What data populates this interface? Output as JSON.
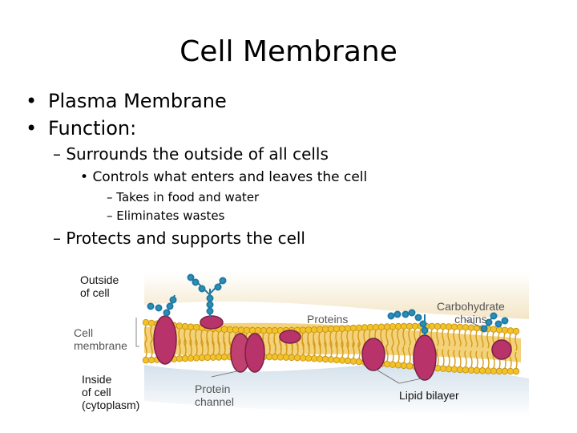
{
  "slide": {
    "title": "Cell Membrane",
    "bullets": {
      "plasma_membrane": "Plasma Membrane",
      "function": "Function:"
    },
    "sub": {
      "surrounds": "Surrounds the outside of all cells",
      "protects": "Protects and supports the cell"
    },
    "sub2": {
      "controls": "Controls what enters and leaves the cell"
    },
    "sub3": {
      "food": "Takes in food and water",
      "wastes": "Eliminates wastes"
    },
    "markers": {
      "bullet": "•",
      "dash": "–"
    }
  },
  "diagram": {
    "labels": {
      "outside_1": "Outside",
      "outside_2": "of cell",
      "membrane_1": "Cell",
      "membrane_2": "membrane",
      "inside_1": "Inside",
      "inside_2": "of cell",
      "inside_3": "(cytoplasm)",
      "proteins": "Proteins",
      "carbo_1": "Carbohydrate",
      "carbo_2": "chains",
      "channel_1": "Protein",
      "channel_2": "channel",
      "bilayer": "Lipid bilayer"
    },
    "colors": {
      "head": "#f2c229",
      "tail": "#e0a020",
      "protein": "#b8336a",
      "sugar": "#2b8fb8",
      "cytoplasm": "#dbe6ef",
      "exterior": "#f4e7cc"
    }
  }
}
